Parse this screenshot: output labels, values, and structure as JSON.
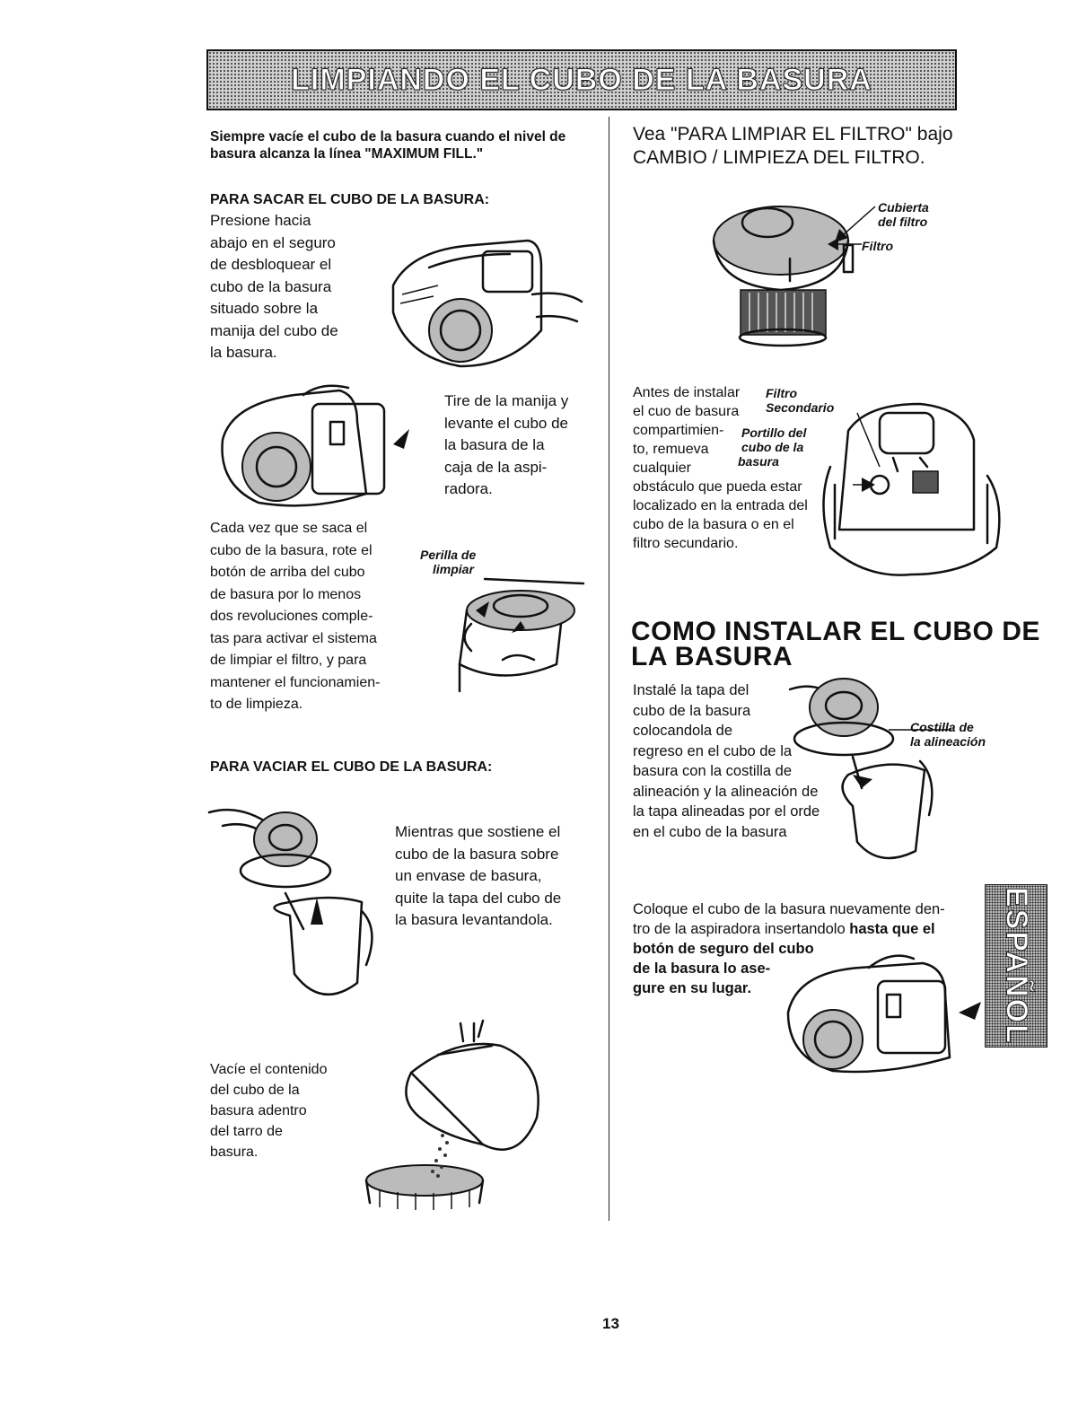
{
  "banner_title": "LIMPIANDO EL CUBO DE LA BASURA",
  "left": {
    "intro": "Siempre vacíe el cubo de la basura cuando el nivel de basura alcanza la línea \"MAXIMUM FILL.\"",
    "remove_heading": "PARA SACAR EL CUBO DE LA BASURA:",
    "remove_step1_lines": [
      "Presione hacia",
      "abajo en el seguro",
      "de desbloquear el",
      "cubo de la basura",
      "situado sobre la",
      "manija del cubo de",
      "la basura."
    ],
    "remove_step2_lines": [
      "Tire de la manija y",
      "levante el cubo de",
      "la basura de la",
      "caja de la aspi-",
      "radora."
    ],
    "knob_text_lines": [
      "Cada vez que se saca el",
      "cubo de la basura, rote el",
      "botón de arriba del cubo",
      "de basura por lo menos",
      "dos revoluciones comple-",
      "tas para activar el sistema",
      "de limpiar el filtro, y para",
      "mantener el funcionamien-",
      "to de limpieza."
    ],
    "knob_label_lines": [
      "Perilla de",
      "limpiar"
    ],
    "empty_heading": "PARA VACIAR EL CUBO DE LA BASURA:",
    "empty_step1_lines": [
      "Mientras que sostiene el",
      "cubo de la basura sobre",
      "un envase de basura,",
      "quite la tapa del cubo de",
      "la basura levantandola."
    ],
    "empty_step2_lines": [
      "Vacíe el contenido",
      "del cubo de la",
      "basura adentro",
      "del  tarro de",
      "basura."
    ]
  },
  "right": {
    "see_lines": [
      "Vea \"PARA LIMPIAR EL FILTRO\"  bajo",
      "CAMBIO / LIMPIEZA  DEL FILTRO."
    ],
    "filter_cover_label_lines": [
      "Cubierta",
      "del filtro"
    ],
    "filter_label": "Filtro",
    "before_text_lines": [
      "Antes de instalar",
      "el cuo de basura",
      "compartimien-",
      "to, remueva",
      "cualquier",
      "obstáculo que pueda estar",
      "localizado en la entrada del",
      "cubo de la basura o en el",
      "filtro secundario."
    ],
    "secondary_filter_label_lines": [
      "Filtro",
      "Secondario"
    ],
    "door_label_lines": [
      "Portillo del",
      "cubo de la",
      "basura"
    ],
    "install_heading_lines": [
      "COMO INSTALAR EL CUBO DE",
      "LA BASURA"
    ],
    "install_text_lines": [
      "Instalé la tapa del",
      "cubo de la basura",
      "colocandola  de",
      "regreso en el cubo de la",
      "basura con la costilla de",
      "alineación y la alineación de",
      "la tapa alineadas por el orde",
      "en el cubo de la basura"
    ],
    "rib_label_lines": [
      "Costilla de",
      "la alineación"
    ],
    "replace_text_lines": [
      "Coloque el cubo de la basura nuevamente den-",
      "tro de la aspiradora insertandolo"
    ],
    "replace_bold_inline": "hasta que el",
    "replace_bold_lines": [
      "botón de seguro del cubo",
      "de la basura lo ase-",
      "gure en su lugar."
    ]
  },
  "side_tab": "ESPAÑOL",
  "page_number": "13"
}
